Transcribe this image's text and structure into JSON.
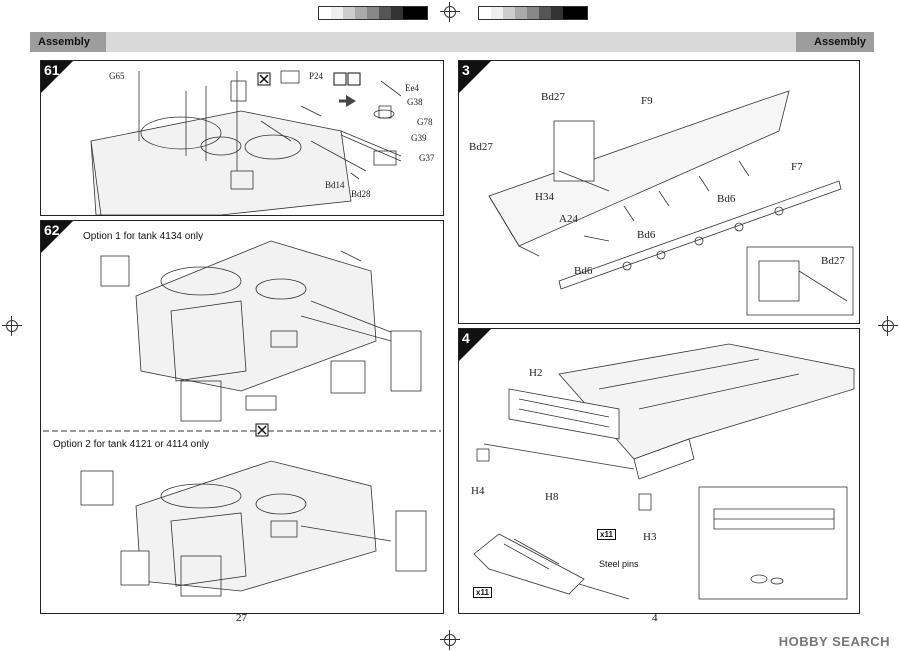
{
  "header": {
    "left_title": "Assembly",
    "right_title": "Assembly"
  },
  "panel61": {
    "step": "61",
    "labels": {
      "g65": "G65",
      "p24": "P24",
      "ee4": "Ee4",
      "g38": "G38",
      "g78": "G78",
      "g39": "G39",
      "g37": "G37",
      "bd14": "Bd14",
      "bd28": "Bd28"
    }
  },
  "panel62": {
    "step": "62",
    "option1": "Option 1 for tank 4134 only",
    "option2": "Option 2 for tank 4121 or 4114 only"
  },
  "panel3": {
    "step": "3",
    "labels": {
      "bd27a": "Bd27",
      "f9": "F9",
      "bd27b": "Bd27",
      "h34": "H34",
      "a24": "A24",
      "bd6a": "Bd6",
      "bd6b": "Bd6",
      "bd6c": "Bd6",
      "f7": "F7",
      "bd27c": "Bd27"
    }
  },
  "panel4": {
    "step": "4",
    "labels": {
      "h2": "H2",
      "h4": "H4",
      "h8": "H8",
      "h3": "H3",
      "x11a": "x11",
      "x11b": "x11",
      "steel": "Steel pins"
    }
  },
  "pages": {
    "left": "27",
    "right": "4"
  },
  "watermark": "HOBBY SEARCH",
  "colors": {
    "header_bar": "#d9d9d9",
    "header_tab": "#9d9d9d",
    "step_badge": "#111111"
  }
}
